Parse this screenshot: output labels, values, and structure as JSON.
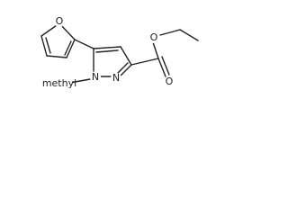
{
  "molecule": {
    "atoms": {
      "furan_o": "O",
      "ester_o_single": "O",
      "ester_o_double": "O",
      "pyrazole_n1": "N",
      "pyrazole_n2": "N",
      "methyl_label": "methyl"
    }
  },
  "colors": {
    "bond": "#222222",
    "label": "#222222",
    "background": "#ffffff"
  }
}
